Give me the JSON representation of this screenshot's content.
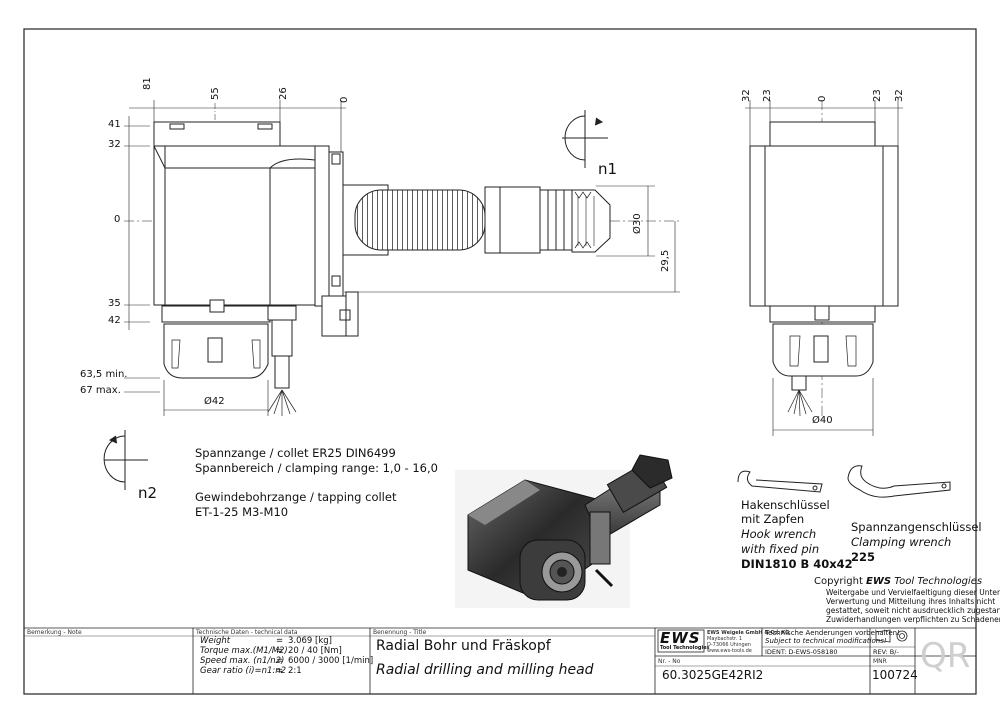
{
  "drawing": {
    "side_view_dims": {
      "top": [
        "81",
        "55",
        "26",
        "0"
      ],
      "left": [
        "41",
        "32",
        "0",
        "35",
        "42"
      ],
      "right": [
        "29,5"
      ],
      "shaft_dia": "Ø30",
      "min_len": "63,5 min.",
      "max_len": "67 max.",
      "collet_dia": "Ø42"
    },
    "front_view_dims": {
      "top": [
        "32",
        "23",
        "0",
        "23",
        "32"
      ],
      "collet_dia": "Ø40"
    },
    "rotation_labels": {
      "n1": "n1",
      "n2": "n2"
    }
  },
  "notes": {
    "line1": "Spannzange / collet   ER25   DIN6499",
    "line2": "Spannbereich / clamping range: 1,0 - 16,0",
    "line3": "Gewindebohrzange / tapping collet",
    "line4": "ET-1-25   M3-M10"
  },
  "hook_wrench": {
    "de1": "Hakenschlüssel",
    "de2": "mit Zapfen",
    "en1": "Hook wrench",
    "en2": "with fixed pin",
    "code": "DIN1810 B 40x42"
  },
  "clamping_wrench": {
    "de": "Spannzangenschlüssel",
    "en": "Clamping wrench",
    "code": "225"
  },
  "copyright": {
    "title_prefix": "Copyright ",
    "title_brand": "EWS",
    "title_suffix": " Tool Technologies",
    "l1": "Weitergabe und Vervielfaeltigung dieser Unterlage,",
    "l2": "Verwertung und Mitteilung ihres Inhalts nicht",
    "l3": "gestattet, soweit nicht ausdruecklich zugestanden.",
    "l4": "Zuwiderhandlungen verpflichten zu Schadenersatz."
  },
  "title_block": {
    "remark_label": "Bemerkung - Note",
    "tech_label": "Technische Daten - technical data",
    "specs": [
      {
        "label": "Weight",
        "eq": "=",
        "value": "3.069 [kg]"
      },
      {
        "label": "Torque max.(M1/M2)",
        "eq": "=",
        "value": "20 / 40 [Nm]"
      },
      {
        "label": "Speed max.  (n1/n2)",
        "eq": "=",
        "value": "6000 / 3000 [1/min]"
      },
      {
        "label": "Gear ratio  (i)=n1:n2",
        "eq": "=",
        "value": "2:1"
      }
    ],
    "title_label": "Benennung - Title",
    "title_de": "Radial Bohr und Fräskopf",
    "title_en": "Radial drilling and milling head",
    "logo": "EWS",
    "logo_sub": "Tool Technologies",
    "company": "EWS Weigele GmbH & Co. KG",
    "address1": "Maybachstr. 1",
    "address2": "D-73066 Uhingen",
    "website": "www.ews-tools.de",
    "changes_de": "Technische Aenderungen vorbehalten!",
    "changes_en": "Subject to technical modifications!",
    "ident": "IDENT: D-EWS-058180",
    "rev": "REV: B/-",
    "nr_label": "Nr. - No",
    "part_number": "60.3025GE42RI2",
    "mnr_label": "MNR",
    "mnr": "100724",
    "qr": "QR"
  }
}
